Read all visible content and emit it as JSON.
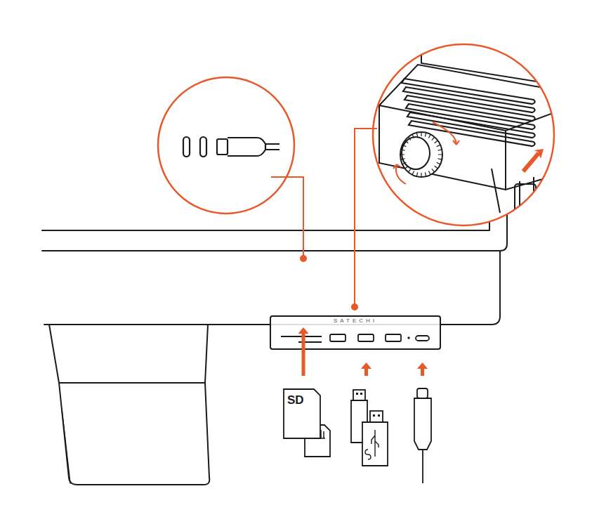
{
  "diagram": {
    "nodes": [
      {
        "text": [
          "SATECHI"
        ]
      },
      {
        "text": [
          "SD"
        ]
      }
    ],
    "edges": [
      {
        "from": 1,
        "to": 0,
        "arrow": "to"
      }
    ]
  }
}
